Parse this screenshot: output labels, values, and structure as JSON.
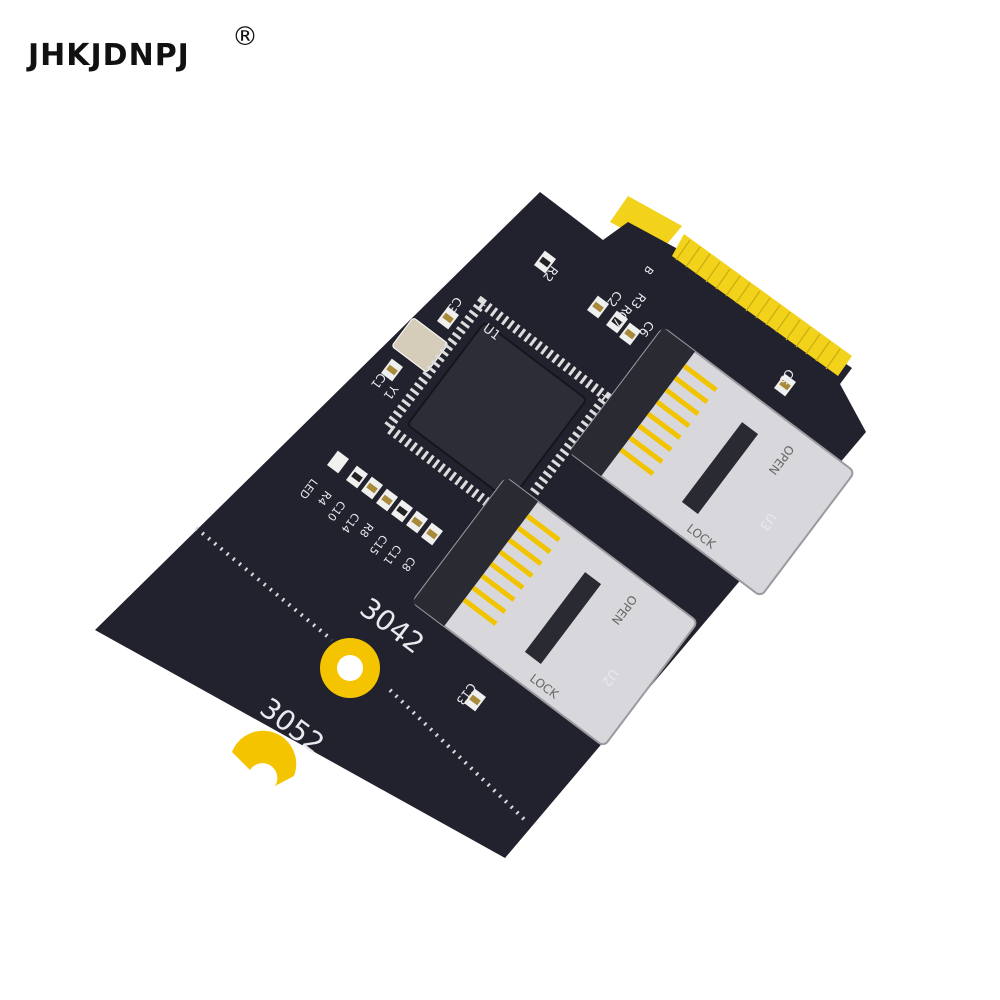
{
  "brand": {
    "name": "JHKJDNPJ",
    "registered_mark": "®"
  },
  "board": {
    "colors": {
      "pcb": "#22222e",
      "gold": "#f2d21a",
      "silver": "#d8d8dc",
      "mount_ring": "#f5c400"
    },
    "size_labels": {
      "upper": "3042",
      "lower": "3052"
    },
    "chip_label": "U1",
    "slot_labels": {
      "upper": "U3",
      "lower": "U2"
    },
    "slot_text": {
      "open": "OPEN",
      "lock": "LOCK"
    },
    "connector_label": "B",
    "components": {
      "r2": "R2",
      "c3": "C3",
      "c1": "C1",
      "y1": "Y1",
      "c2": "C2",
      "rc7": "RC7",
      "r3": "R3",
      "c6": "C6",
      "c5": "C5",
      "c13": "C13",
      "led": "LED",
      "r4": "R4",
      "c10": "C10",
      "c14": "C14",
      "r8": "R8",
      "c15": "C15",
      "c11": "C11",
      "c8": "C8"
    }
  }
}
